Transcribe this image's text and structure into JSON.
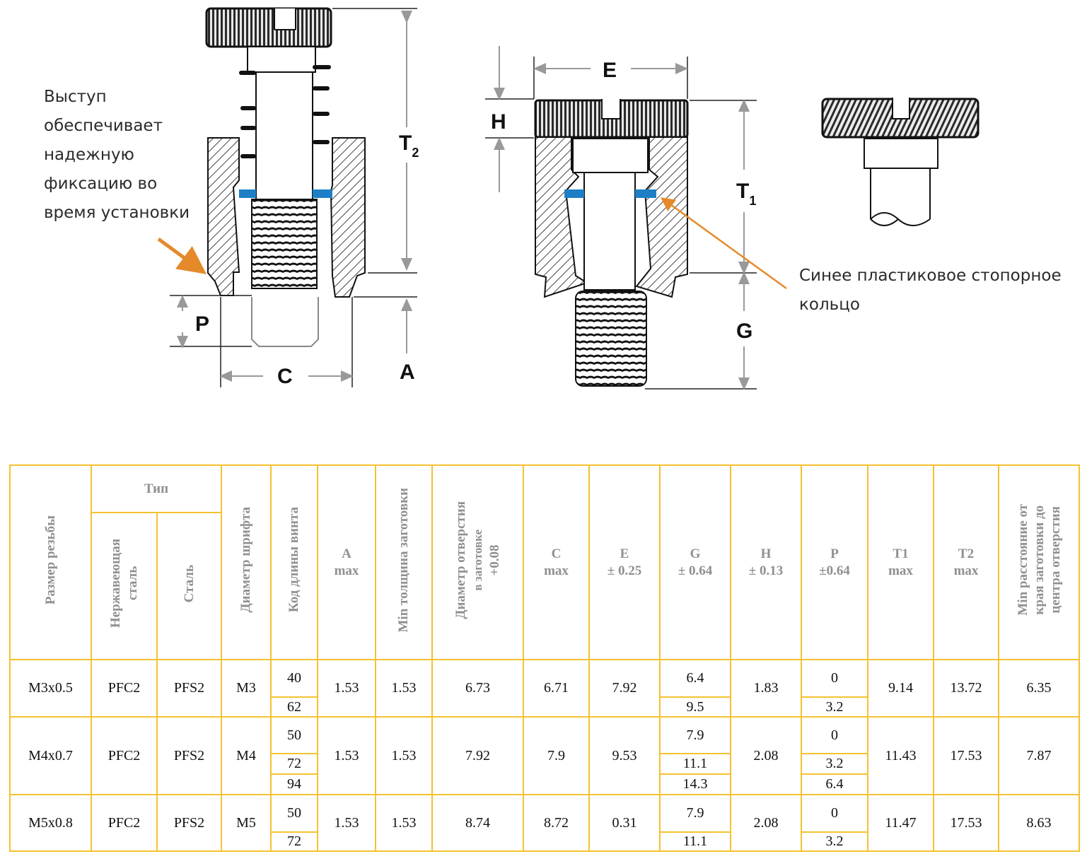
{
  "diagram": {
    "callout_left_lines": [
      "Выступ",
      "обеспечивает",
      "надежную",
      "фиксацию во",
      "время установки"
    ],
    "callout_right_lines": [
      "Синее пластиковое стопорное",
      "кольцо"
    ],
    "dimension_labels": {
      "T2_main": "T",
      "T2_sub": "2",
      "T1_main": "T",
      "T1_sub": "1",
      "P": "P",
      "C": "C",
      "A": "A",
      "E": "E",
      "H": "H",
      "G": "G"
    },
    "colors": {
      "arrow": "#e58a2a",
      "retaining_ring": "#1e7fc6",
      "outline": "#111111",
      "hatch": "#444444"
    }
  },
  "table": {
    "border_color": "#f5c230",
    "header_color": "#8f8f8f",
    "headers": {
      "thread_size": "Размер резьбы",
      "type_group": "Тип",
      "stainless": [
        "Нержавеющая",
        "сталь"
      ],
      "steel": "Сталь",
      "pin_diameter": "Диаметр шрифта",
      "length_code": "Код  длины винта",
      "A": [
        "A",
        "max"
      ],
      "min_thickness": "Min толщина заготовки",
      "hole_diameter": [
        "Диаметр отверстия",
        "в заготовке",
        "+0.08"
      ],
      "C": [
        "C",
        "max"
      ],
      "E": [
        "E",
        "± 0.25"
      ],
      "G": [
        "G",
        "± 0.64"
      ],
      "H": [
        "H",
        "± 0.13"
      ],
      "P": [
        "P",
        "±0.64"
      ],
      "T1": [
        "T1",
        "max"
      ],
      "T2": [
        "T2",
        "max"
      ],
      "min_edge": [
        "Min расстояние  от",
        "края заготовки до",
        "центра отверстия"
      ]
    },
    "rows": [
      {
        "thread": "M3x0.5",
        "stainless": "PFC2",
        "steel": "PFS2",
        "pin": "M3",
        "length_codes": [
          "40",
          "62"
        ],
        "A": "1.53",
        "min_thickness": "1.53",
        "hole": "6.73",
        "C": "6.71",
        "E": "7.92",
        "G": [
          "6.4",
          "9.5"
        ],
        "H": "1.83",
        "P": [
          "0",
          "3.2"
        ],
        "T1": "9.14",
        "T2": "13.72",
        "min_edge": "6.35"
      },
      {
        "thread": "M4x0.7",
        "stainless": "PFC2",
        "steel": "PFS2",
        "pin": "M4",
        "length_codes": [
          "50",
          "72",
          "94"
        ],
        "A": "1.53",
        "min_thickness": "1.53",
        "hole": "7.92",
        "C": "7.9",
        "E": "9.53",
        "G": [
          "7.9",
          "11.1",
          "14.3"
        ],
        "H": "2.08",
        "P": [
          "0",
          "3.2",
          "6.4"
        ],
        "T1": "11.43",
        "T2": "17.53",
        "min_edge": "7.87"
      },
      {
        "thread": "M5x0.8",
        "stainless": "PFC2",
        "steel": "PFS2",
        "pin": "M5",
        "length_codes": [
          "50",
          "72"
        ],
        "A": "1.53",
        "min_thickness": "1.53",
        "hole": "8.74",
        "C": "8.72",
        "E": "0.31",
        "G": [
          "7.9",
          "11.1"
        ],
        "H": "2.08",
        "P": [
          "0",
          "3.2"
        ],
        "T1": "11.47",
        "T2": "17.53",
        "min_edge": "8.63"
      }
    ]
  }
}
